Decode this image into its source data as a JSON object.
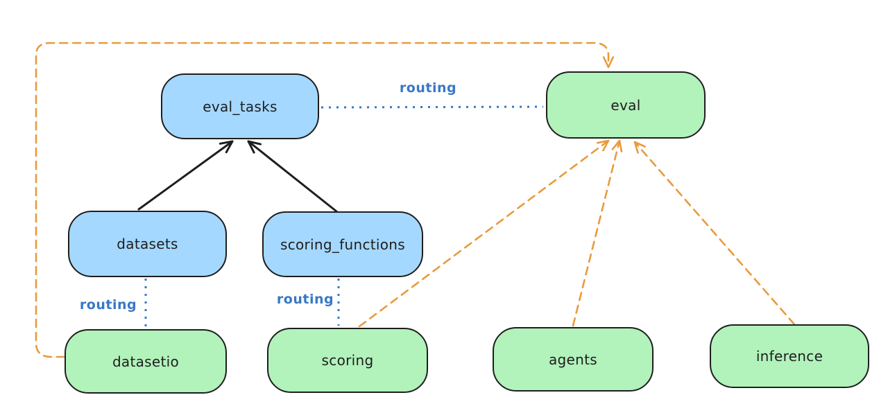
{
  "diagram": {
    "nodes": {
      "eval_tasks": {
        "label": "eval_tasks",
        "color": "blue"
      },
      "eval": {
        "label": "eval",
        "color": "green"
      },
      "datasets": {
        "label": "datasets",
        "color": "blue"
      },
      "scoring_functions": {
        "label": "scoring_functions",
        "color": "blue"
      },
      "datasetio": {
        "label": "datasetio",
        "color": "green"
      },
      "scoring": {
        "label": "scoring",
        "color": "green"
      },
      "agents": {
        "label": "agents",
        "color": "green"
      },
      "inference": {
        "label": "inference",
        "color": "green"
      }
    },
    "edge_labels": {
      "routing_eval_tasks_to_eval": "routing",
      "routing_datasets_to_datasetio": "routing",
      "routing_scoring_functions_to_scoring": "routing"
    },
    "colors": {
      "blue_fill": "#a5d8ff",
      "green_fill": "#b2f2bb",
      "stroke": "#1e1e1e",
      "routing_blue": "#3878c7",
      "orange": "#e99a3c",
      "background": "#ffffff"
    }
  }
}
